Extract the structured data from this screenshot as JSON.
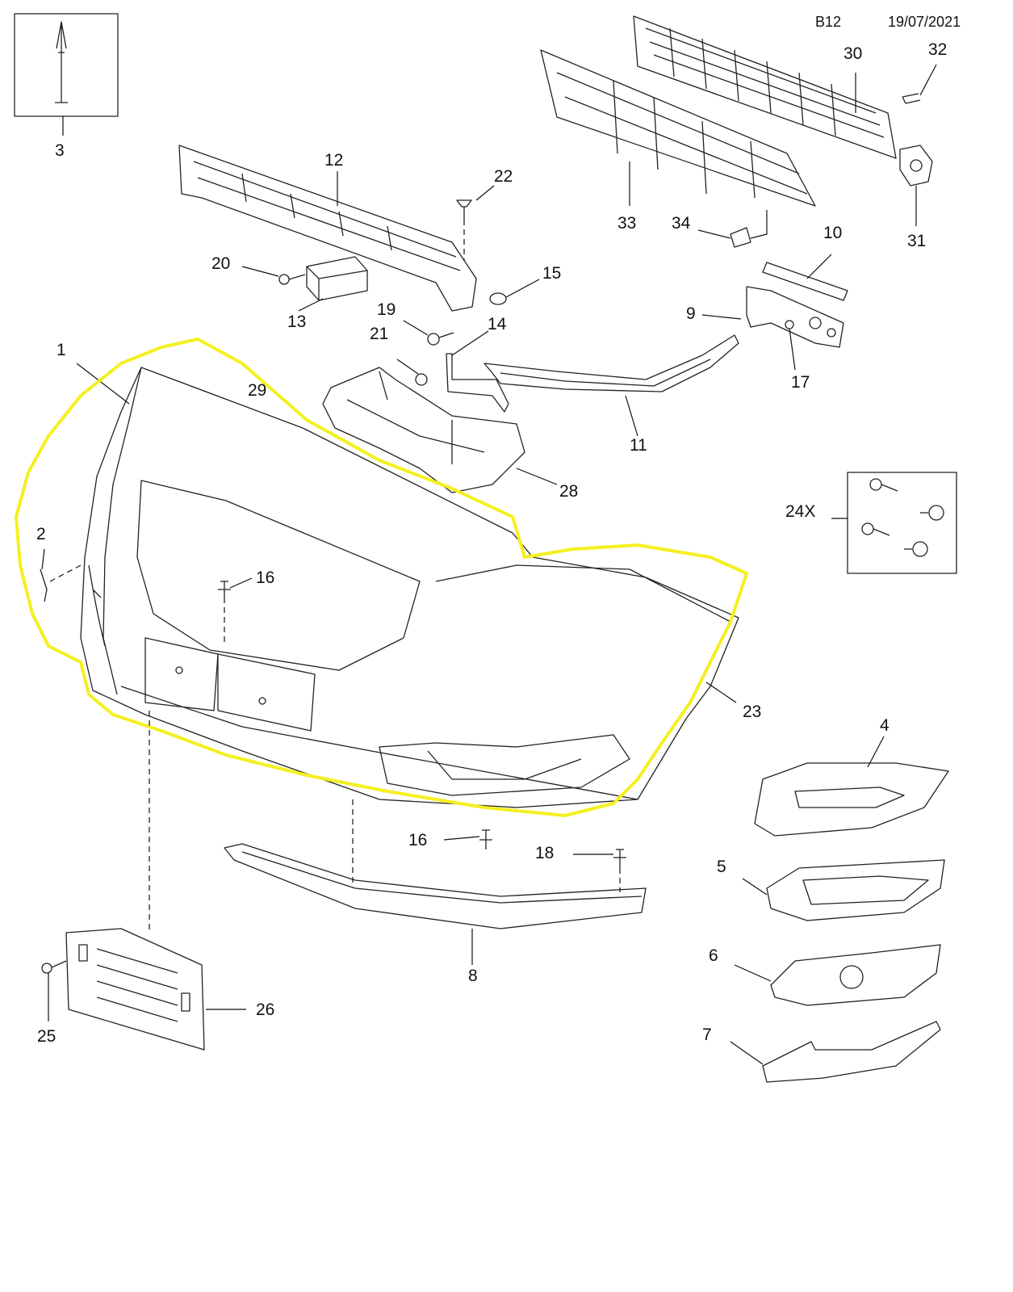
{
  "header": {
    "code": "B12",
    "date": "19/07/2021"
  },
  "colors": {
    "highlight": "#f4f020",
    "line": "#222222"
  },
  "callouts": [
    {
      "id": "c1",
      "text": "1"
    },
    {
      "id": "c2",
      "text": "2"
    },
    {
      "id": "c3",
      "text": "3"
    },
    {
      "id": "c4",
      "text": "4"
    },
    {
      "id": "c5",
      "text": "5"
    },
    {
      "id": "c6",
      "text": "6"
    },
    {
      "id": "c7",
      "text": "7"
    },
    {
      "id": "c8",
      "text": "8"
    },
    {
      "id": "c9",
      "text": "9"
    },
    {
      "id": "c10",
      "text": "10"
    },
    {
      "id": "c11",
      "text": "11"
    },
    {
      "id": "c12",
      "text": "12"
    },
    {
      "id": "c13",
      "text": "13"
    },
    {
      "id": "c14",
      "text": "14"
    },
    {
      "id": "c15",
      "text": "15"
    },
    {
      "id": "c16a",
      "text": "16"
    },
    {
      "id": "c16b",
      "text": "16"
    },
    {
      "id": "c17",
      "text": "17"
    },
    {
      "id": "c18",
      "text": "18"
    },
    {
      "id": "c19",
      "text": "19"
    },
    {
      "id": "c20",
      "text": "20"
    },
    {
      "id": "c21",
      "text": "21"
    },
    {
      "id": "c22",
      "text": "22"
    },
    {
      "id": "c23",
      "text": "23"
    },
    {
      "id": "c24",
      "text": "24X"
    },
    {
      "id": "c25",
      "text": "25"
    },
    {
      "id": "c26",
      "text": "26"
    },
    {
      "id": "c28",
      "text": "28"
    },
    {
      "id": "c29",
      "text": "29"
    },
    {
      "id": "c30",
      "text": "30"
    },
    {
      "id": "c31",
      "text": "31"
    },
    {
      "id": "c32",
      "text": "32"
    },
    {
      "id": "c33",
      "text": "33"
    },
    {
      "id": "c34",
      "text": "34"
    }
  ]
}
